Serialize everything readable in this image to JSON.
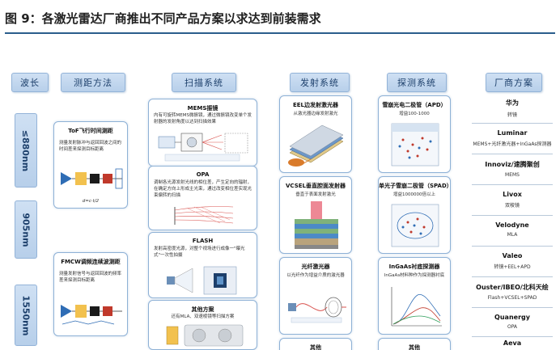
{
  "title": "图 9：各激光雷达厂商推出不同产品方案以求达到前装需求",
  "headers": {
    "band": "波长",
    "ranging": "测距方法",
    "scanning": "扫描系统",
    "emitter": "发射系统",
    "detector": "探测系统",
    "vendors": "厂商方案"
  },
  "bands": [
    "≤880nm",
    "905nm",
    "1550nm"
  ],
  "ranging": {
    "tof": {
      "title": "ToF飞行时间测距",
      "desc": "测量发射脉冲与返回回波之间的时间差来探测目标距离",
      "formula": "d=c·t/2"
    },
    "fmcw": {
      "title": "FMCW调频连续波测距",
      "desc": "测量发射信号与返回回波的频率差来探测目标距离"
    }
  },
  "scanning": {
    "mems": {
      "title": "MEMS振镜",
      "desc": "内有可旋转MEMS微振镜，通过微振镜改变单个发射器的发射角度以达到扫描效果"
    },
    "opa": {
      "title": "OPA",
      "desc": "调制各光源发射光线的相位差，产生定向的辐射，在确定方向上形成主光束，通过改变相位差实现光束偏转的扫描"
    },
    "flash": {
      "title": "FLASH",
      "desc": "发射高密度光源，对整个视场进行成像一\"曝光式\"一次性拍摄"
    },
    "other": {
      "title": "其他方案",
      "desc": "还有MLA、双速棱镜等扫描方案"
    }
  },
  "emitter": {
    "eel": {
      "title": "EEL边发射激光器",
      "desc": "从激光器边缘发射激光"
    },
    "vcsel": {
      "title": "VCSEL垂直腔面发射器",
      "desc": "垂直于表面发射激光"
    },
    "fiber": {
      "title": "光纤激光器",
      "desc": "以光纤作为增益介质的激光器"
    },
    "other": {
      "title": "其他"
    }
  },
  "detector": {
    "apd": {
      "title": "雪崩光电二极管（APD）",
      "desc": "增益100-1000"
    },
    "spad": {
      "title": "单光子雪崩二极管（SPAD）",
      "desc": "增益1000000倍以上"
    },
    "ingaas": {
      "title": "InGaAs衬底探测器",
      "desc": "InGaAs材料种作为探测器衬底"
    },
    "other": {
      "title": "其他"
    }
  },
  "vendors": [
    {
      "name": "华为",
      "tech": "转镜"
    },
    {
      "name": "Luminar",
      "tech": "MEMS+光纤激光器+InGaAs探测器"
    },
    {
      "name": "Innoviz/速腾聚创",
      "tech": "MEMS"
    },
    {
      "name": "Livox",
      "tech": "双棱镜"
    },
    {
      "name": "Velodyne",
      "tech": "MLA"
    },
    {
      "name": "Valeo",
      "tech": "转镜+EEL+APD"
    },
    {
      "name": "Ouster/IBEO/北科天绘",
      "tech": "Flash+VCSEL+SPAD"
    },
    {
      "name": "Quanergy",
      "tech": "OPA"
    },
    {
      "name": "Aeva",
      "tech": ""
    }
  ],
  "colors": {
    "header_fill": "#c6d9ef",
    "header_border": "#93b3d8",
    "card_border": "#8eb1d6",
    "title_rule": "#2a5d8c"
  }
}
